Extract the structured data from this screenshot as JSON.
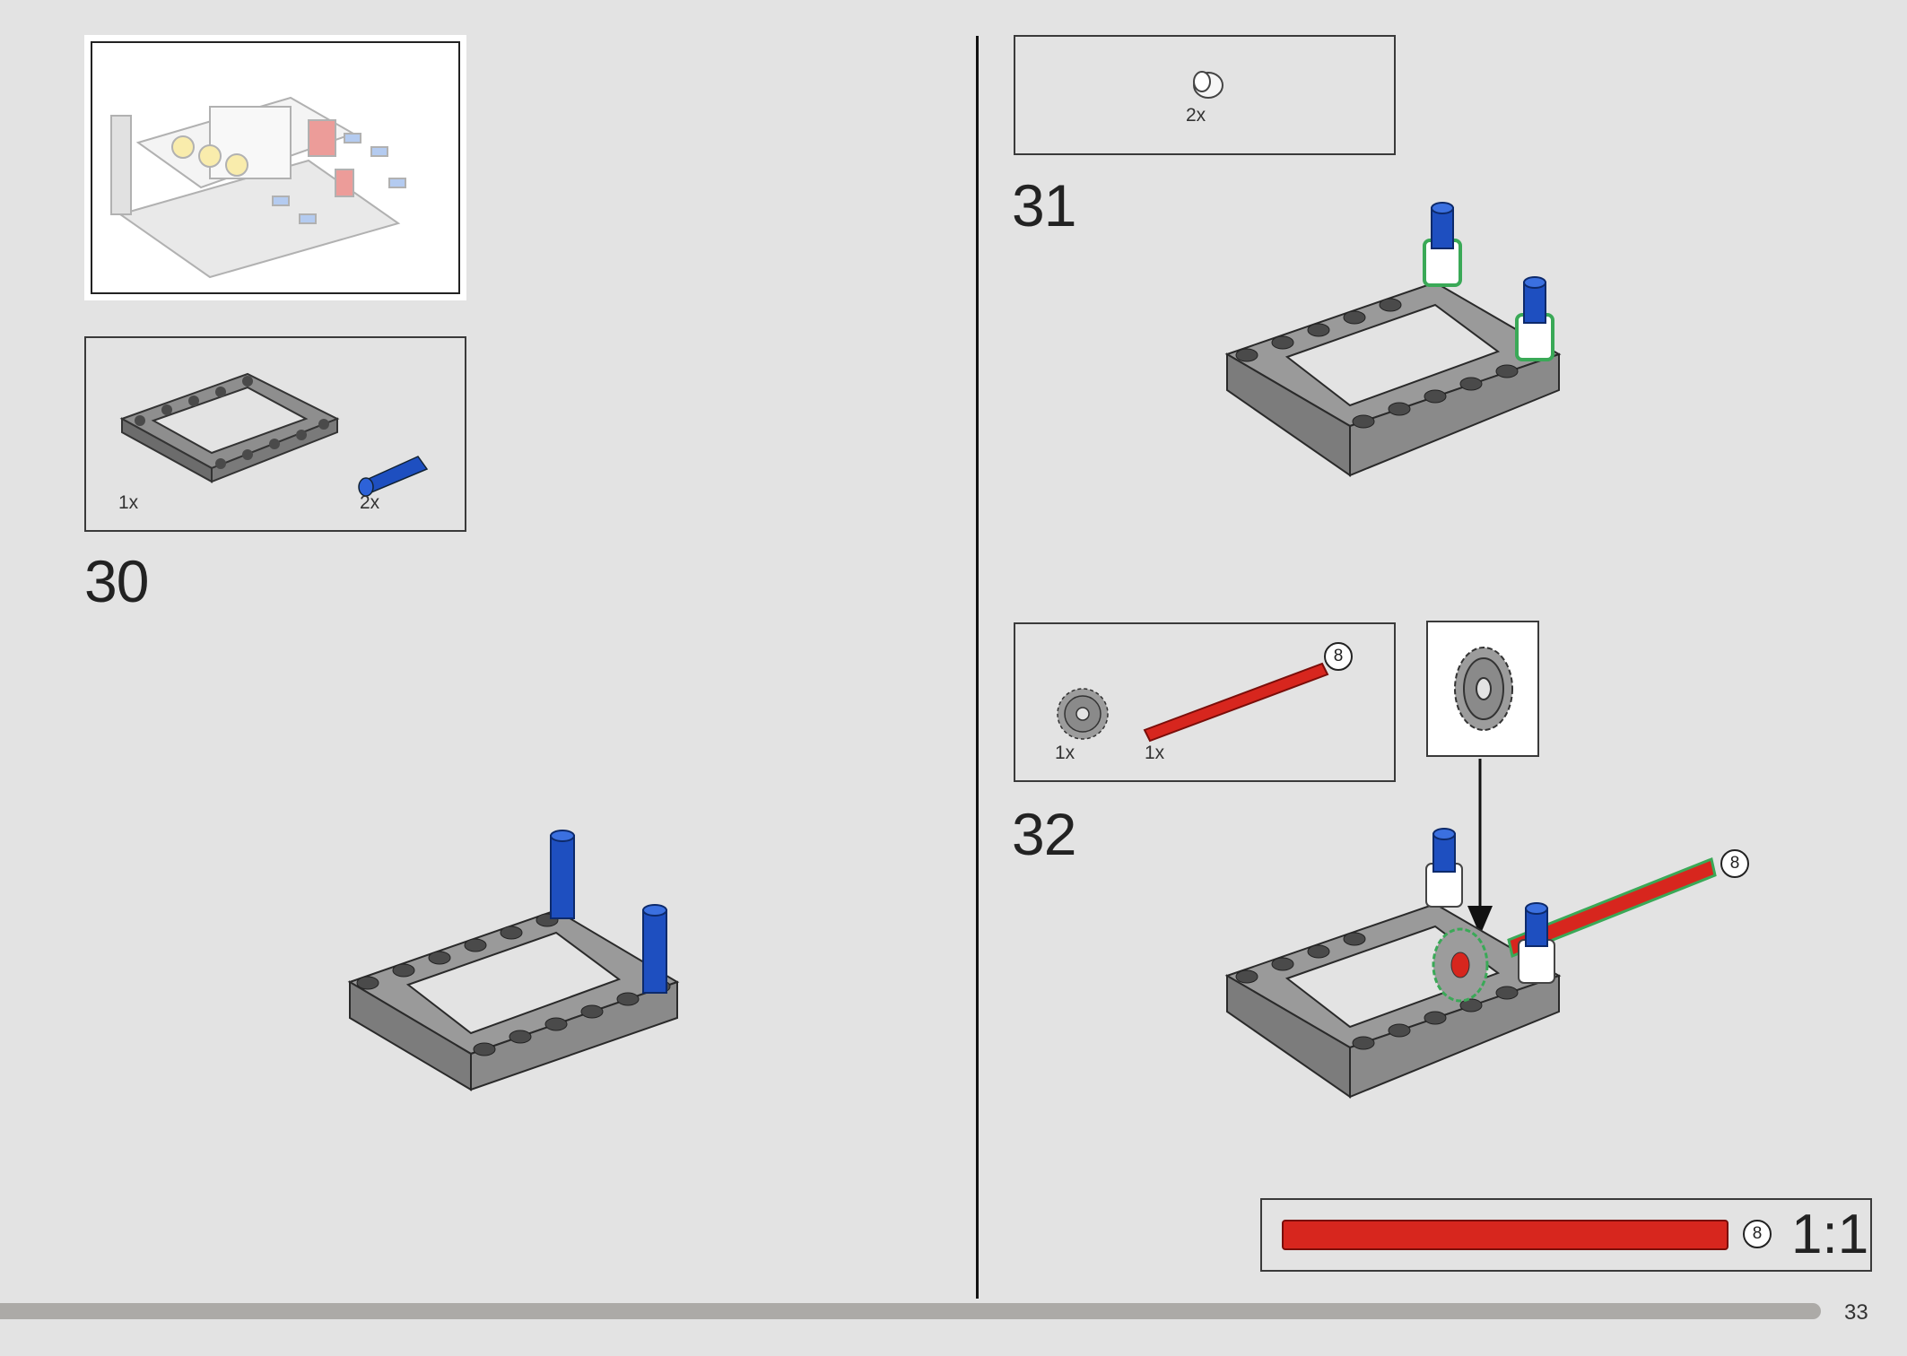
{
  "page": {
    "number": "33"
  },
  "step30": {
    "number": "30",
    "parts": [
      {
        "name": "frame",
        "qty": "1x"
      },
      {
        "name": "blue-pin",
        "qty": "2x"
      }
    ]
  },
  "step31": {
    "number": "31",
    "parts": [
      {
        "name": "bush",
        "qty": "2x"
      }
    ]
  },
  "step32": {
    "number": "32",
    "parts": [
      {
        "name": "gear",
        "qty": "1x"
      },
      {
        "name": "axle",
        "qty": "1x",
        "length": "8"
      }
    ],
    "callout_length": "8"
  },
  "scale_ruler": {
    "length": "8",
    "label": "1:1"
  },
  "colors": {
    "frame": "#9a9a9a",
    "pin": "#1e4fc0",
    "axle": "#d7261e",
    "highlight": "#3aa957"
  },
  "progress": 0.955
}
